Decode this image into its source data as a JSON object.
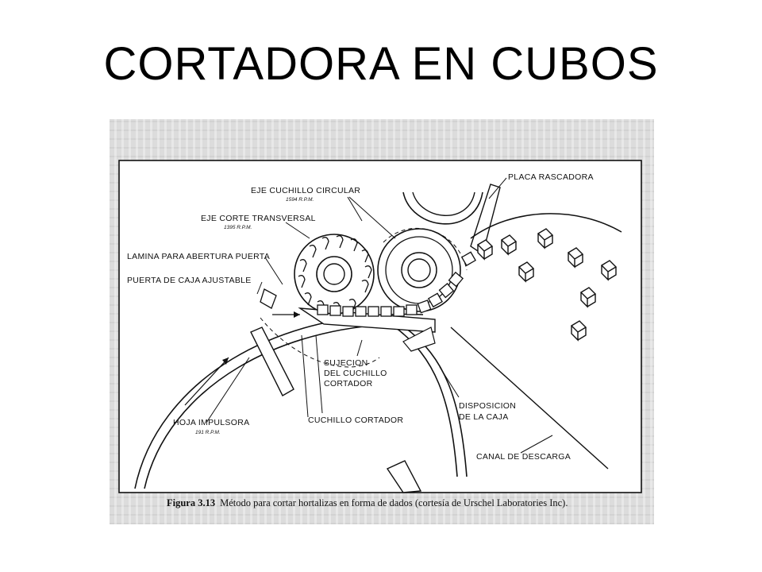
{
  "slide": {
    "title": "CORTADORA EN CUBOS"
  },
  "figure": {
    "labels": {
      "placa_rascadora": "PLACA RASCADORA",
      "eje_cuchillo_circular": "EJE CUCHILLO CIRCULAR",
      "eje_cuchillo_circular_rpm": "1594 R.P.M.",
      "eje_corte_transversal": "EJE CORTE TRANSVERSAL",
      "eje_corte_transversal_rpm": "1395 R.P.M.",
      "lamina_abertura": "LAMINA PARA ABERTURA PUERTA",
      "puerta_caja": "PUERTA DE CAJA AJUSTABLE",
      "sujecion_1": "SUJECION",
      "sujecion_2": "DEL CUCHILLO",
      "sujecion_3": "CORTADOR",
      "cuchillo_cortador": "CUCHILLO CORTADOR",
      "hoja_impulsora": "HOJA IMPULSORA",
      "hoja_impulsora_rpm": "191 R.P.M.",
      "disposicion_1": "DISPOSICION",
      "disposicion_2": "DE LA CAJA",
      "canal_descarga": "CANAL DE DESCARGA"
    },
    "caption": {
      "prefix": "Figura 3.13",
      "text": "Método para cortar hortalizas en forma de dados (cortesía de Urschel Laboratories Inc)."
    }
  }
}
